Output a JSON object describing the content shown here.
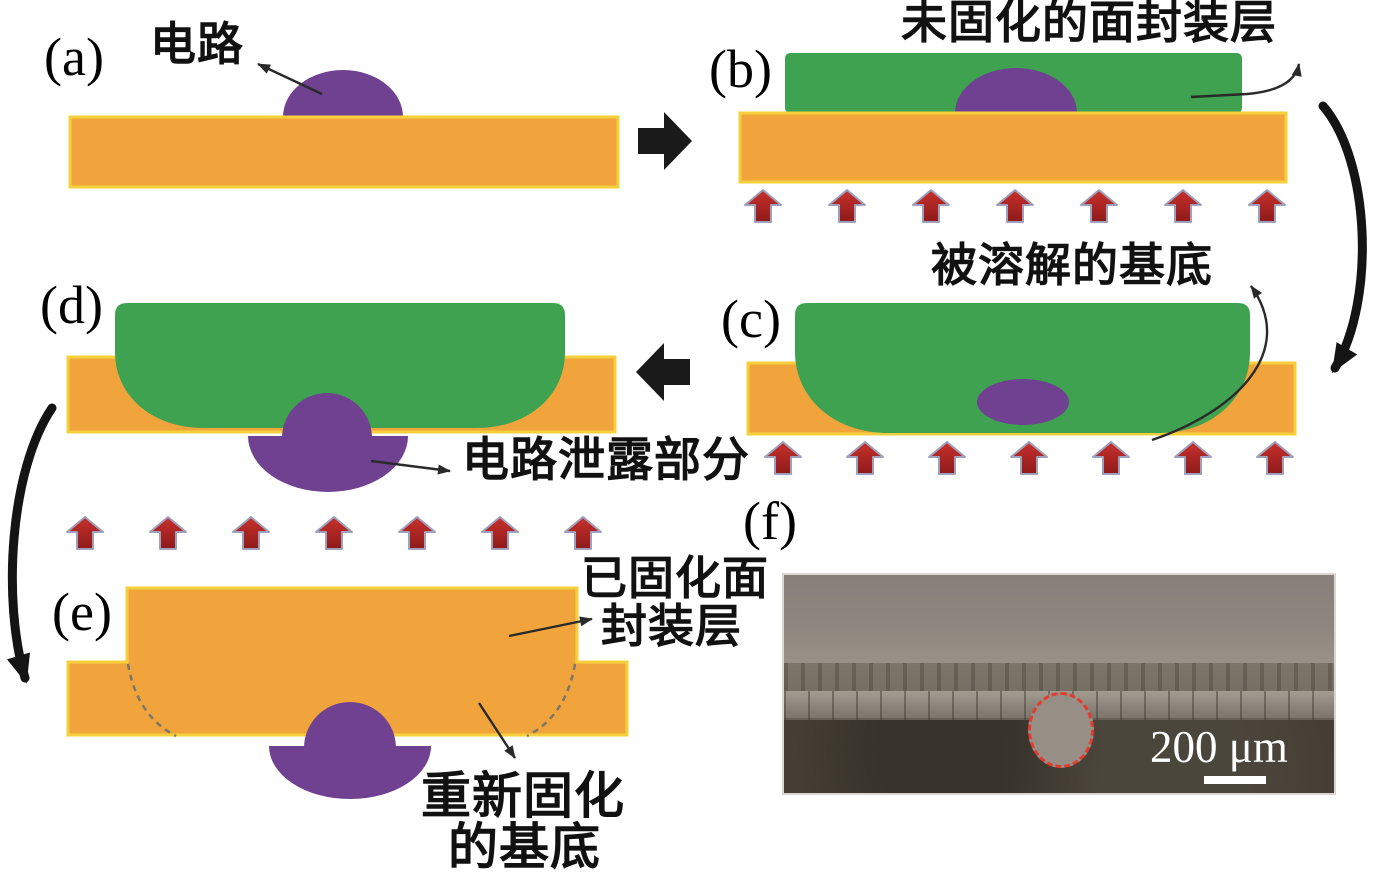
{
  "figure": {
    "kind": "fabrication-process-schematic-with-sem",
    "panel_sequence": [
      "(a)",
      "(b)",
      "(c)",
      "(d)",
      "(e)",
      "(f)"
    ]
  },
  "panels": {
    "a": {
      "label": "(a)",
      "callout": "电路"
    },
    "b": {
      "label": "(b)",
      "callout": "未固化的面封装层"
    },
    "c": {
      "label": "(c)",
      "callout": "被溶解的基底"
    },
    "d": {
      "label": "(d)",
      "callout": "电路泄露部分"
    },
    "e": {
      "label": "(e)",
      "callout_top_line1": "已固化面",
      "callout_top_line2": "封装层",
      "callout_bottom_line1": "重新固化",
      "callout_bottom_line2": "的基底"
    },
    "f": {
      "label": "(f)",
      "scale_label": "200 μm"
    }
  },
  "colors": {
    "substrate_orange": "#F2A43C",
    "substrate_edge_yellow": "#F6D03C",
    "encapsulation_green": "#3FA251",
    "circuit_purple": "#6F4190",
    "heat_arrow_red": "#B52525",
    "heat_arrow_outline": "#9EA0BE",
    "step_arrow_black": "#1A1A1A",
    "sem_highlight_red": "#E23B30",
    "dashed_boundary_grey": "#7B7668"
  }
}
